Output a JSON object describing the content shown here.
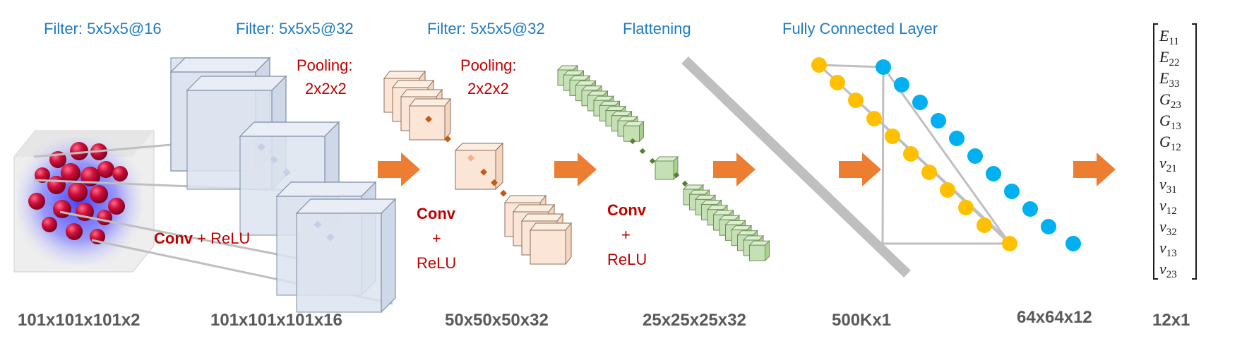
{
  "labels": {
    "filter1": "Filter: 5x5x5@16",
    "filter2": "Filter: 5x5x5@32",
    "filter3": "Filter: 5x5x5@32",
    "flattening": "Flattening",
    "fc_layer": "Fully Connected Layer",
    "pooling1_a": "Pooling:",
    "pooling1_b": "2x2x2",
    "pooling2_a": "Pooling:",
    "pooling2_b": "2x2x2",
    "conv1_bold": "Conv",
    "conv1_rest": " + ReLU",
    "conv2_a": "Conv",
    "conv2_b": "+",
    "conv2_c": "ReLU",
    "conv3_a": "Conv",
    "conv3_b": "+",
    "conv3_c": "ReLU"
  },
  "dimensions": {
    "d1": "101x101x101x2",
    "d2": "101x101x101x16",
    "d3": "50x50x50x32",
    "d4": "25x25x25x32",
    "d5": "500Kx1",
    "d6": "64x64x12",
    "d7": "12x1"
  },
  "outputs": [
    {
      "sym": "E",
      "sub": "11"
    },
    {
      "sym": "E",
      "sub": "22"
    },
    {
      "sym": "E",
      "sub": "33"
    },
    {
      "sym": "G",
      "sub": "23"
    },
    {
      "sym": "G",
      "sub": "13"
    },
    {
      "sym": "G",
      "sub": "12"
    },
    {
      "sym": "ν",
      "sub": "21"
    },
    {
      "sym": "ν",
      "sub": "31"
    },
    {
      "sym": "ν",
      "sub": "12"
    },
    {
      "sym": "ν",
      "sub": "32"
    },
    {
      "sym": "ν",
      "sub": "13"
    },
    {
      "sym": "ν",
      "sub": "23"
    }
  ],
  "colors": {
    "label_blue": "#1f7bc4",
    "label_red": "#c00000",
    "arrow_orange": "#ed7d31",
    "node_yellow": "#ffc000",
    "node_blue": "#00b0f0",
    "cube_blue": "#dde4f0",
    "cube_peach": "#fbe5d6",
    "cube_green": "#c5e0b4",
    "particle_red": "#c00030"
  }
}
